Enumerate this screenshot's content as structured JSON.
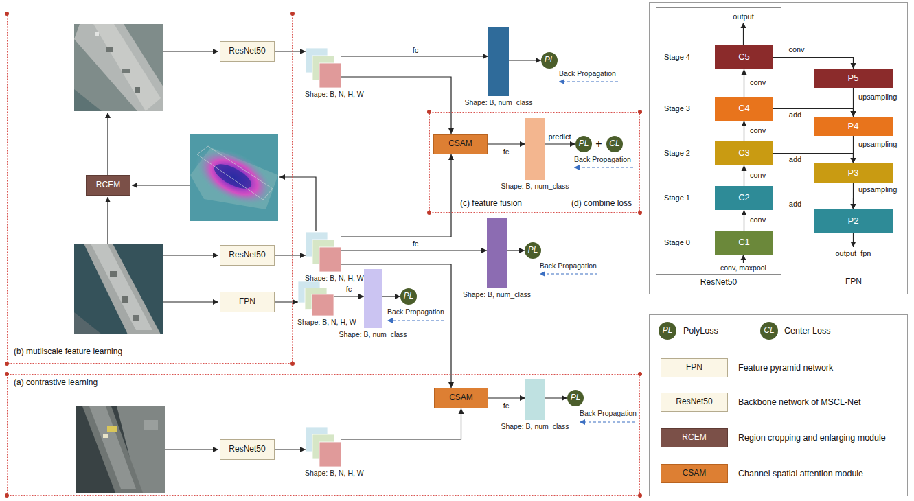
{
  "diagram": {
    "nodes": [
      {
        "text": [
          "(b) mutliscale feature learning"
        ]
      },
      {
        "text": [
          "ResNet50"
        ],
        "in": 0
      },
      {
        "text": [
          "RCEM"
        ],
        "in": 0
      },
      {
        "text": [
          "ResNet50"
        ],
        "in": 0
      },
      {
        "text": [
          "FPN"
        ],
        "in": 0
      },
      {
        "text": [
          "Shape: B, N, H, W"
        ]
      },
      {
        "text": [
          "Shape: B, num_class"
        ]
      },
      {
        "text": [
          "PL"
        ]
      },
      {
        "text": [
          "(c) feature fusion",
          "(d) combine loss"
        ]
      },
      {
        "text": [
          "CSAM"
        ],
        "in": 8
      },
      {
        "text": [
          "Shape: B, num_class"
        ],
        "in": 8
      },
      {
        "text": [
          "PL"
        ],
        "in": 8
      },
      {
        "text": [
          "CL"
        ],
        "in": 8
      },
      {
        "text": [
          "Shape: B, N, H, W"
        ]
      },
      {
        "text": [
          "Shape: B, num_class"
        ]
      },
      {
        "text": [
          "PL"
        ]
      },
      {
        "text": [
          "Shape: B, N, H, W"
        ]
      },
      {
        "text": [
          "Shape: B, num_class"
        ]
      },
      {
        "text": [
          "PL"
        ]
      },
      {
        "text": [
          "(a) contrastive learning"
        ]
      },
      {
        "text": [
          "ResNet50"
        ],
        "in": 19
      },
      {
        "text": [
          "Shape: B, N, H, W"
        ],
        "in": 19
      },
      {
        "text": [
          "CSAM"
        ],
        "in": 19
      },
      {
        "text": [
          "Shape: B, num_class"
        ],
        "in": 19
      },
      {
        "text": [
          "PL"
        ],
        "in": 19
      },
      {
        "text": [
          "ResNet50"
        ]
      },
      {
        "text": [
          "C5"
        ],
        "in": 25
      },
      {
        "text": [
          "C4"
        ],
        "in": 25
      },
      {
        "text": [
          "C3"
        ],
        "in": 25
      },
      {
        "text": [
          "C2"
        ],
        "in": 25
      },
      {
        "text": [
          "C1"
        ],
        "in": 25
      },
      {
        "text": [
          "P5"
        ]
      },
      {
        "text": [
          "P4"
        ]
      },
      {
        "text": [
          "P3"
        ]
      },
      {
        "text": [
          "P2"
        ]
      }
    ],
    "edges": [
      {
        "from": 1,
        "to": 5,
        "arrow": "to"
      },
      {
        "from": 5,
        "to": 6,
        "label": "fc",
        "arrow": "to"
      },
      {
        "from": 6,
        "to": 7,
        "arrow": "to"
      },
      {
        "from": 5,
        "to": 9,
        "arrow": "to"
      },
      {
        "from": 9,
        "to": 10,
        "label": "fc",
        "arrow": "to"
      },
      {
        "from": 10,
        "to": 11,
        "label": "predict",
        "arrow": "to"
      },
      {
        "from": 13,
        "to": 9,
        "arrow": "to"
      },
      {
        "from": 13,
        "to": 14,
        "label": "fc",
        "arrow": "to"
      },
      {
        "from": 14,
        "to": 15,
        "arrow": "to"
      },
      {
        "from": 13,
        "to": 22,
        "arrow": "to"
      },
      {
        "from": 3,
        "to": 13,
        "arrow": "to"
      },
      {
        "from": 4,
        "to": 16,
        "arrow": "to"
      },
      {
        "from": 16,
        "to": 17,
        "label": "fc",
        "arrow": "to"
      },
      {
        "from": 17,
        "to": 18,
        "arrow": "to"
      },
      {
        "from": 20,
        "to": 21,
        "arrow": "to"
      },
      {
        "from": 21,
        "to": 22,
        "arrow": "to"
      },
      {
        "from": 22,
        "to": 23,
        "label": "fc",
        "arrow": "to"
      },
      {
        "from": 23,
        "to": 24,
        "arrow": "to"
      },
      {
        "from": 30,
        "to": 29,
        "label": "conv",
        "arrow": "to"
      },
      {
        "from": 29,
        "to": 28,
        "label": "conv",
        "arrow": "to"
      },
      {
        "from": 28,
        "to": 27,
        "label": "conv",
        "arrow": "to"
      },
      {
        "from": 27,
        "to": 26,
        "label": "conv",
        "arrow": "to"
      },
      {
        "from": 26,
        "to": 31,
        "label": "conv",
        "arrow": "to"
      },
      {
        "from": 27,
        "to": 32,
        "label": "add",
        "arrow": "to"
      },
      {
        "from": 28,
        "to": 33,
        "label": "add",
        "arrow": "to"
      },
      {
        "from": 29,
        "to": 34,
        "label": "add",
        "arrow": "to"
      },
      {
        "from": 31,
        "to": 32,
        "label": "upsampling",
        "arrow": "to"
      },
      {
        "from": 32,
        "to": 33,
        "label": "upsampling",
        "arrow": "to"
      },
      {
        "from": 33,
        "to": 34,
        "label": "upsampling",
        "arrow": "to"
      }
    ],
    "labels": [
      "Back Propagation",
      "Back Propagation",
      "+",
      "Back Propagation",
      "Back Propagation",
      "Back Propagation",
      "output",
      "Stage 4",
      "Stage 3",
      "Stage 2",
      "Stage 1",
      "Stage 0",
      "conv, maxpool",
      "FPN",
      "output_fpn",
      "PL",
      "CL",
      "FPN",
      "ResNet50",
      "RCEM",
      "CSAM"
    ],
    "legend": [
      {
        "text": "PolyLoss",
        "color": "#4b5e2b"
      },
      {
        "text": "Center Loss",
        "color": "#4b5e2b"
      },
      {
        "text": "Feature pyramid network",
        "color": "#fbf6e6"
      },
      {
        "text": "Backbone network of MSCL-Net",
        "color": "#fbf6e6"
      },
      {
        "text": "Region cropping and enlarging module",
        "color": "#7b5048"
      },
      {
        "text": "Channel spatial attention module",
        "color": "#dd7f33"
      }
    ]
  }
}
